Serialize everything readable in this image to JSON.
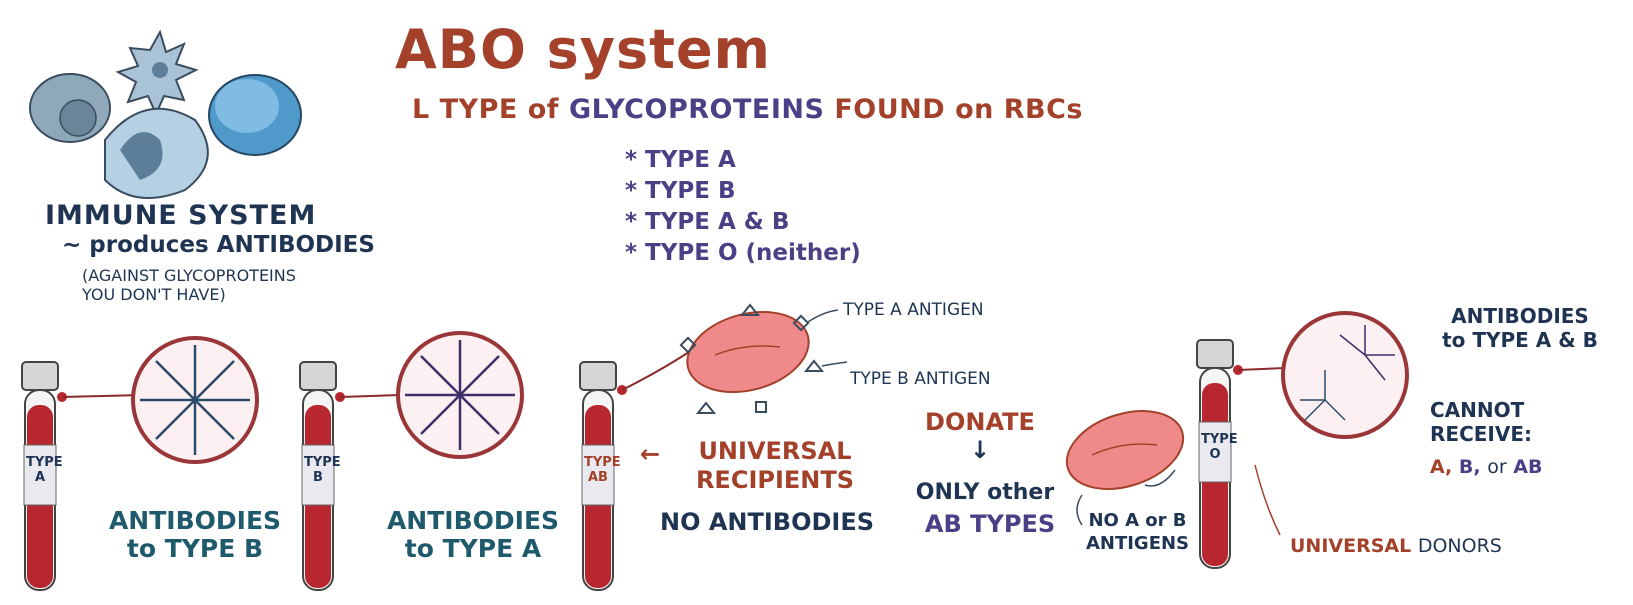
{
  "title": "ABO system",
  "subtitle": {
    "prefix": "L",
    "part1": "TYPE of",
    "part2": "GLYCOPROTEINS",
    "part3": "FOUND on RBCs"
  },
  "types_list": [
    "* TYPE A",
    "* TYPE B",
    "* TYPE A & B",
    "* TYPE O (neither)"
  ],
  "immune": {
    "heading": "IMMUNE SYSTEM",
    "produces": "~ produces ANTIBODIES",
    "against_line1": "(AGAINST GLYCOPROTEINS",
    "against_line2": "YOU DON'T HAVE)"
  },
  "tubes": {
    "a": {
      "line1": "TYPE",
      "line2": "A"
    },
    "b": {
      "line1": "TYPE",
      "line2": "B"
    },
    "ab": {
      "line1": "TYPE",
      "line2": "AB"
    },
    "o": {
      "line1": "TYPE",
      "line2": "O"
    }
  },
  "labels": {
    "antibodies_b_1": "ANTIBODIES",
    "antibodies_b_2": "to TYPE B",
    "antibodies_a_1": "ANTIBODIES",
    "antibodies_a_2": "to TYPE A",
    "universal": "UNIVERSAL",
    "recipients": "RECIPIENTS",
    "no_antibodies": "NO ANTIBODIES",
    "type_a_antigen": "TYPE A ANTIGEN",
    "type_b_antigen": "TYPE B ANTIGEN",
    "donate": "DONATE",
    "arrow_down": "↓",
    "only_other_1": "ONLY",
    "only_other_2": "other",
    "ab_types": "AB TYPES",
    "no_a_or_b_1": "NO A or B",
    "no_a_or_b_2": "ANTIGENS",
    "universal_donors_1": "UNIVERSAL",
    "universal_donors_2": "DONORS",
    "antibodies_ab_1": "ANTIBODIES",
    "antibodies_ab_2": "to TYPE A & B",
    "cannot": "CANNOT",
    "receive": "RECEIVE:",
    "abab_a": "A,",
    "abab_b": "B,",
    "abab_or": "or",
    "abab_ab": "AB",
    "arrow_left": "←"
  },
  "colors": {
    "title": "#a3412a",
    "purple": "#4d3f86",
    "navy": "#1e3452",
    "teal": "#1f5a6c",
    "blood": "#b8262f",
    "rbc": "#f08a8a"
  }
}
